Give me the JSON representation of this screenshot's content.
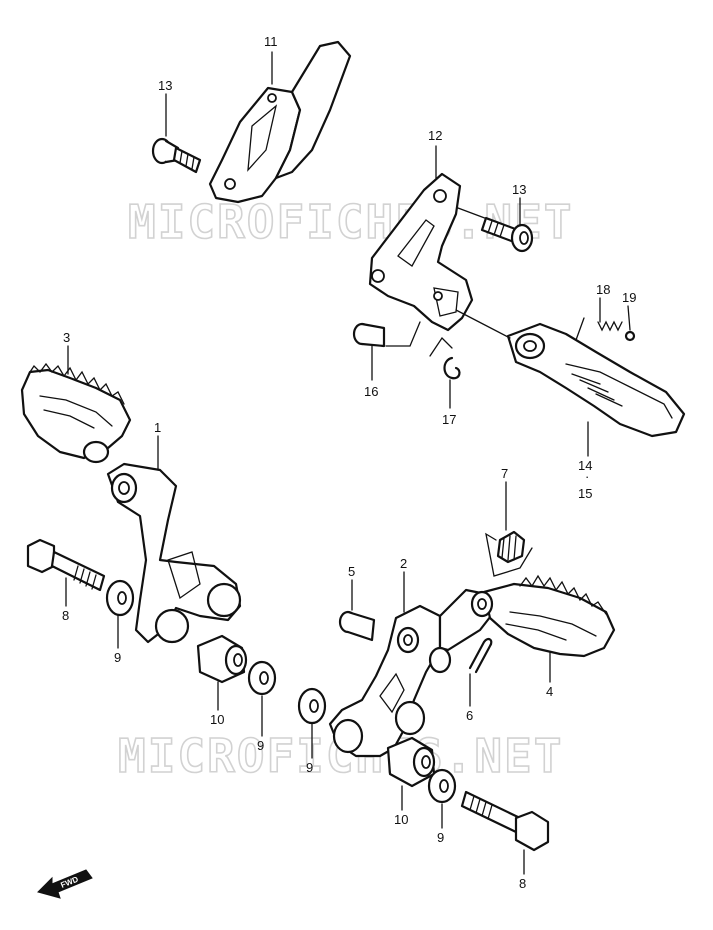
{
  "watermark": "MICROFICHES.NET",
  "fwd_label": "FWD",
  "part_labels": {
    "l1": "1",
    "l2": "2",
    "l3": "3",
    "l4": "4",
    "l5": "5",
    "l6": "6",
    "l7": "7",
    "l8a": "8",
    "l8b": "8",
    "l9a": "9",
    "l9b": "9",
    "l9c": "9",
    "l9d": "9",
    "l10a": "10",
    "l10b": "10",
    "l11": "11",
    "l12": "12",
    "l13a": "13",
    "l13b": "13",
    "l14": "14",
    "l15": "15",
    "l16": "16",
    "l17": "17",
    "l18": "18",
    "l19": "19",
    "dot": "·"
  },
  "colors": {
    "line": "#111111",
    "watermark": "#d2d2d2",
    "background": "#ffffff"
  }
}
